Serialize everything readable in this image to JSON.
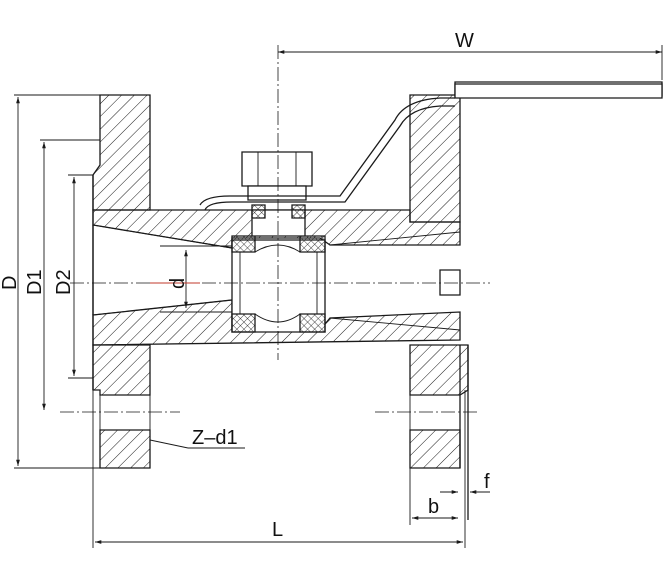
{
  "labels": {
    "W": "W",
    "D": "D",
    "D1": "D1",
    "D2": "D2",
    "d": "d",
    "Z_d1": "Z–d1",
    "L": "L",
    "b": "b",
    "f": "f"
  }
}
